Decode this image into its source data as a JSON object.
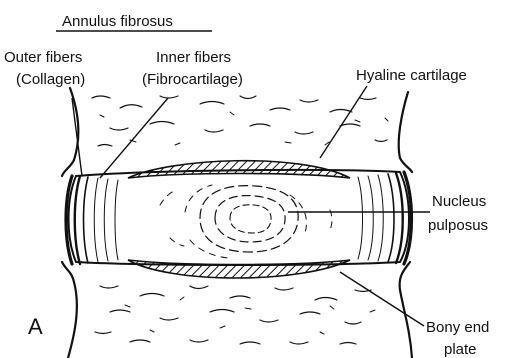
{
  "labels": {
    "annulus": "Annulus fibrosus",
    "outer_fibers_line1": "Outer fibers",
    "outer_fibers_line2": "(Collagen)",
    "inner_fibers_line1": "Inner fibers",
    "inner_fibers_line2": "(Fibrocartilage)",
    "hyaline": "Hyaline cartilage",
    "nucleus_line1": "Nucleus",
    "nucleus_line2": "pulposus",
    "bony_line1": "Bony end",
    "bony_line2": "plate",
    "panel": "A"
  },
  "colors": {
    "ink": "#111111",
    "background": "#ffffff"
  }
}
